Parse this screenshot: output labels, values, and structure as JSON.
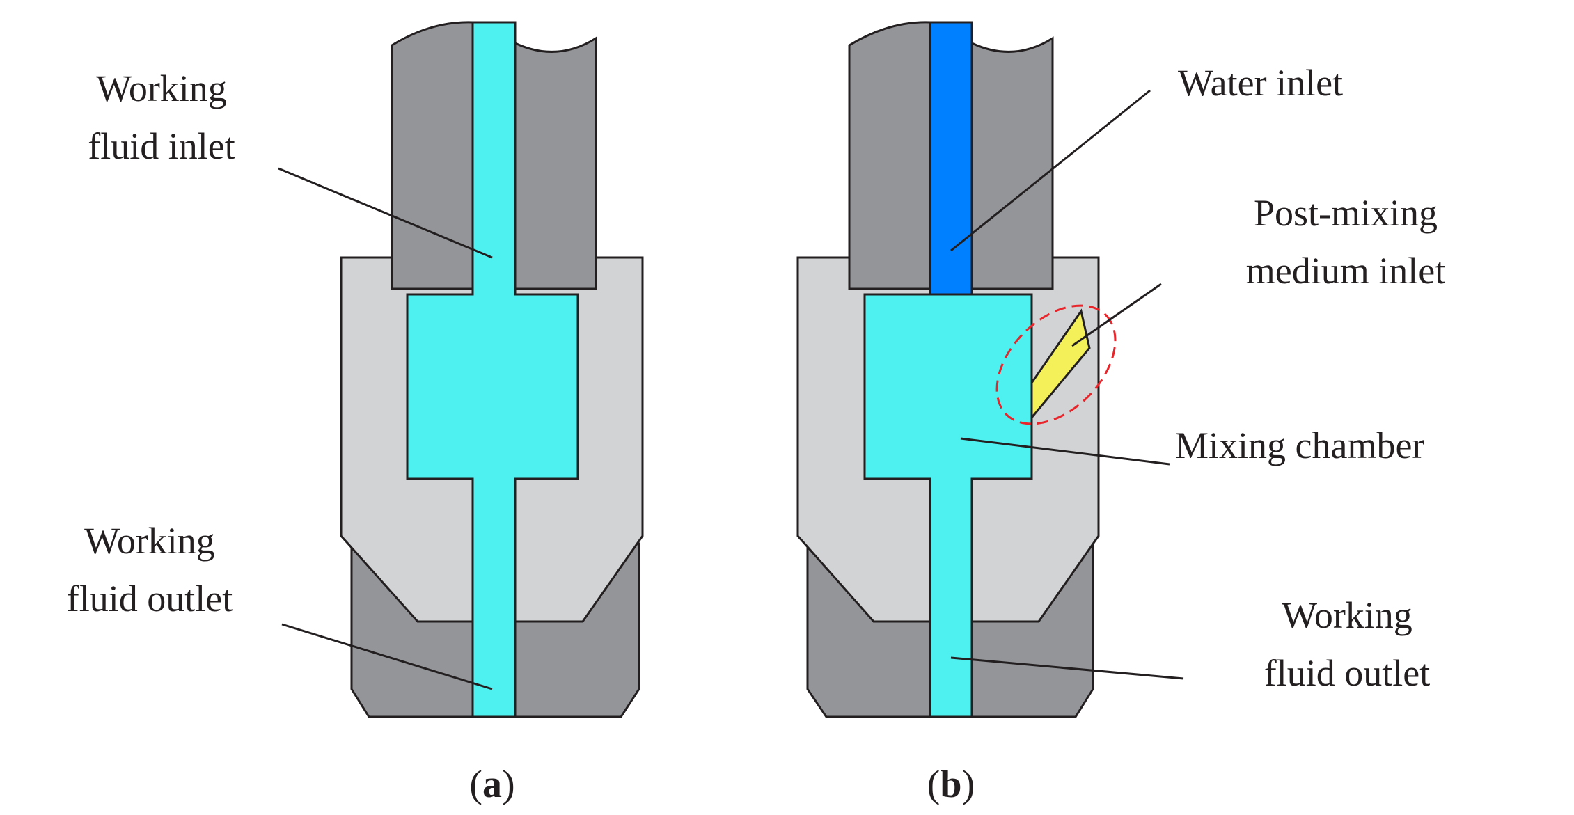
{
  "panel_a": {
    "caption_open": "(",
    "caption_letter": "a",
    "caption_close": ")",
    "labels": {
      "inlet_line1": "Working",
      "inlet_line2": "fluid inlet",
      "outlet_line1": "Working",
      "outlet_line2": "fluid outlet"
    }
  },
  "panel_b": {
    "caption_open": "(",
    "caption_letter": "b",
    "caption_close": ")",
    "labels": {
      "water_inlet": "Water inlet",
      "post_mixing_line1": "Post-mixing",
      "post_mixing_line2": "medium inlet",
      "mixing_chamber": "Mixing chamber",
      "outlet_line1": "Working",
      "outlet_line2": "fluid outlet"
    }
  },
  "colors": {
    "dark_metal": "#939598",
    "light_metal": "#d1d3d4",
    "working_fluid": "#4ff0f0",
    "water": "#0080ff",
    "post_mixing_medium": "#f4f05a",
    "highlight_ellipse": "#e8252b",
    "outline": "#231f20"
  }
}
